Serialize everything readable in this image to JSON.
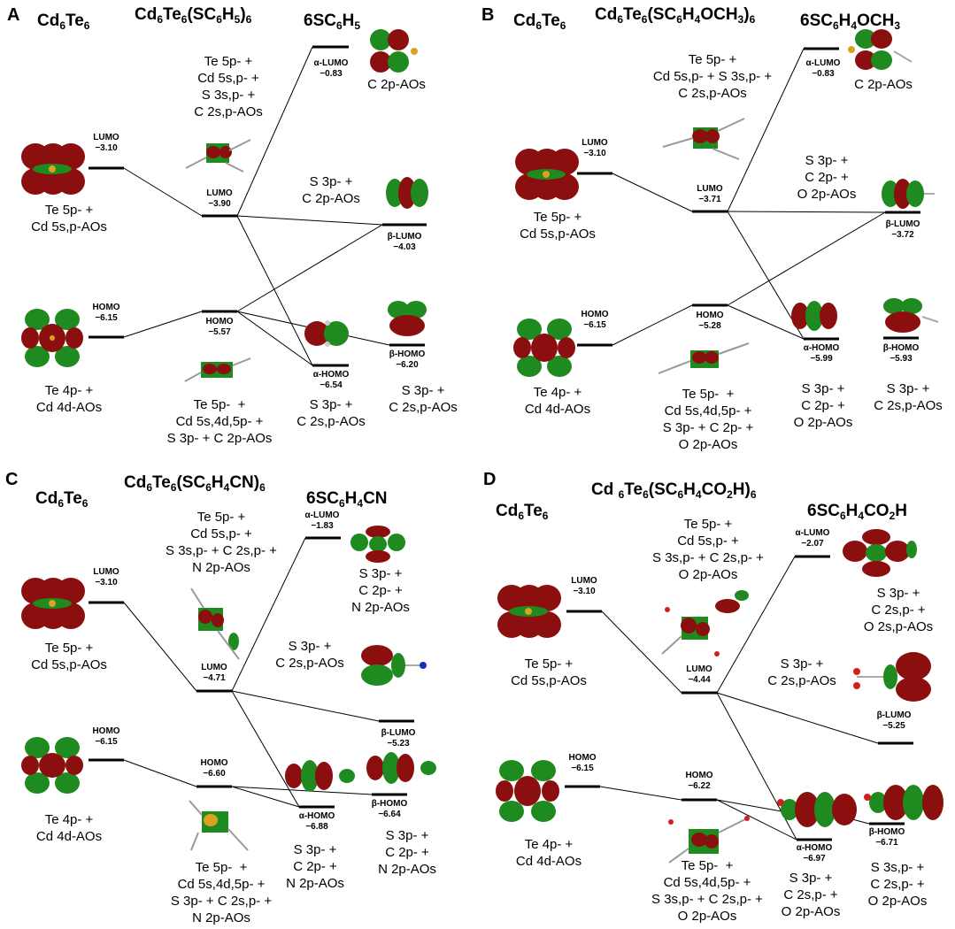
{
  "panels": [
    {
      "letter": "A",
      "cluster": "Cd6Te6",
      "complex": "Cd6Te6(SC6H5)6",
      "ligand": "6SC6H5",
      "cluster_levels": {
        "lumo": {
          "label": "LUMO",
          "value": "−3.10",
          "desc": "Te 5p- +\nCd 5s,p-AOs"
        },
        "homo": {
          "label": "HOMO",
          "value": "−6.15",
          "desc": "Te 4p- +\nCd 4d-AOs"
        }
      },
      "complex_levels": {
        "lumo": {
          "label": "LUMO",
          "value": "−3.90",
          "desc": "Te 5p- +\nCd 5s,p- +\nS 3s,p- +\nC 2s,p-AOs"
        },
        "homo": {
          "label": "HOMO",
          "value": "−5.57",
          "desc": "Te 5p-  +\nCd 5s,4d,5p- +\nS 3p- + C 2p-AOs"
        }
      },
      "ligand_levels": {
        "a_lumo": {
          "label": "α-LUMO",
          "value": "−0.83",
          "desc": "C 2p-AOs"
        },
        "b_lumo": {
          "label": "β-LUMO",
          "value": "−4.03",
          "desc": "S 3p- +\nC 2p-AOs"
        },
        "a_homo": {
          "label": "α-HOMO",
          "value": "−6.54",
          "desc": "S 3p- +\nC 2s,p-AOs"
        },
        "b_homo": {
          "label": "β-HOMO",
          "value": "−6.20",
          "desc": "S 3p- +\nC 2s,p-AOs"
        }
      }
    },
    {
      "letter": "B",
      "cluster": "Cd6Te6",
      "complex": "Cd6Te6(SC6H4OCH3)6",
      "ligand": "6SC6H4OCH3",
      "cluster_levels": {
        "lumo": {
          "label": "LUMO",
          "value": "−3.10",
          "desc": "Te 5p- +\nCd 5s,p-AOs"
        },
        "homo": {
          "label": "HOMO",
          "value": "−6.15",
          "desc": "Te 4p- +\nCd 4d-AOs"
        }
      },
      "complex_levels": {
        "lumo": {
          "label": "LUMO",
          "value": "−3.71",
          "desc": "Te 5p- +\nCd 5s,p- + S 3s,p- +\nC 2s,p-AOs"
        },
        "homo": {
          "label": "HOMO",
          "value": "−5.28",
          "desc": "Te 5p-  +\nCd 5s,4d,5p- +\nS 3p- + C 2p- +\nO 2p-AOs"
        }
      },
      "ligand_levels": {
        "a_lumo": {
          "label": "α-LUMO",
          "value": "−0.83",
          "desc": "C 2p-AOs"
        },
        "b_lumo": {
          "label": "β-LUMO",
          "value": "−3.72",
          "desc": "S 3p- +\nC 2p- +\nO 2p-AOs"
        },
        "a_homo": {
          "label": "α-HOMO",
          "value": "−5.99",
          "desc": "S 3p- +\nC 2p- +\nO 2p-AOs"
        },
        "b_homo": {
          "label": "β-HOMO",
          "value": "−5.93",
          "desc": "S 3p- +\nC 2s,p-AOs"
        }
      }
    },
    {
      "letter": "C",
      "cluster": "Cd6Te6",
      "complex": "Cd6Te6(SC6H4CN)6",
      "ligand": "6SC6H4CN",
      "cluster_levels": {
        "lumo": {
          "label": "LUMO",
          "value": "−3.10",
          "desc": "Te 5p- +\nCd 5s,p-AOs"
        },
        "homo": {
          "label": "HOMO",
          "value": "−6.15",
          "desc": "Te 4p- +\nCd 4d-AOs"
        }
      },
      "complex_levels": {
        "lumo": {
          "label": "LUMO",
          "value": "−4.71",
          "desc": "Te 5p- +\nCd 5s,p- +\nS 3s,p- + C 2s,p- +\nN 2p-AOs"
        },
        "homo": {
          "label": "HOMO",
          "value": "−6.60",
          "desc": "Te 5p-  +\nCd 5s,4d,5p- +\nS 3p- + C 2s,p- +\nN 2p-AOs"
        }
      },
      "ligand_levels": {
        "a_lumo": {
          "label": "α-LUMO",
          "value": "−1.83",
          "desc": "S 3p- +\nC 2p- +\nN 2p-AOs"
        },
        "b_lumo": {
          "label": "β-LUMO",
          "value": "−5.23",
          "desc": "S 3p- +\nC 2s,p-AOs"
        },
        "a_homo": {
          "label": "α-HOMO",
          "value": "−6.88",
          "desc": "S 3p- +\nC 2p- +\nN 2p-AOs"
        },
        "b_homo": {
          "label": "β-HOMO",
          "value": "−6.64",
          "desc": "S 3p- +\nC 2p- +\nN 2p-AOs"
        }
      }
    },
    {
      "letter": "D",
      "cluster": "Cd6Te6",
      "complex": "Cd 6Te6(SC6H4CO2H)6",
      "ligand": "6SC6H4CO2H",
      "cluster_levels": {
        "lumo": {
          "label": "LUMO",
          "value": "−3.10",
          "desc": "Te 5p- +\nCd 5s,p-AOs"
        },
        "homo": {
          "label": "HOMO",
          "value": "−6.15",
          "desc": "Te 4p- +\nCd 4d-AOs"
        }
      },
      "complex_levels": {
        "lumo": {
          "label": "LUMO",
          "value": "−4.44",
          "desc": "Te 5p- +\nCd 5s,p- +\nS 3s,p- + C 2s,p- +\nO 2p-AOs"
        },
        "homo": {
          "label": "HOMO",
          "value": "−6.22",
          "desc": "Te 5p-  +\nCd 5s,4d,5p- +\nS 3s,p- + C 2s,p- +\nO 2p-AOs"
        }
      },
      "ligand_levels": {
        "a_lumo": {
          "label": "α-LUMO",
          "value": "−2.07",
          "desc": "S 3p- +\nC 2s,p- +\nO 2s,p-AOs"
        },
        "b_lumo": {
          "label": "β-LUMO",
          "value": "−5.25",
          "desc": "S 3p- +\nC 2s,p-AOs"
        },
        "a_homo": {
          "label": "α-HOMO",
          "value": "−6.97",
          "desc": "S 3p- +\nC 2s,p- +\nO 2p-AOs"
        },
        "b_homo": {
          "label": "β-HOMO",
          "value": "−6.71",
          "desc": "S 3s,p- +\nC 2s,p- +\nO 2p-AOs"
        }
      }
    }
  ],
  "colors": {
    "lobe_red": "#8b0f0f",
    "lobe_green": "#1f8a1f",
    "line": "#000000"
  }
}
